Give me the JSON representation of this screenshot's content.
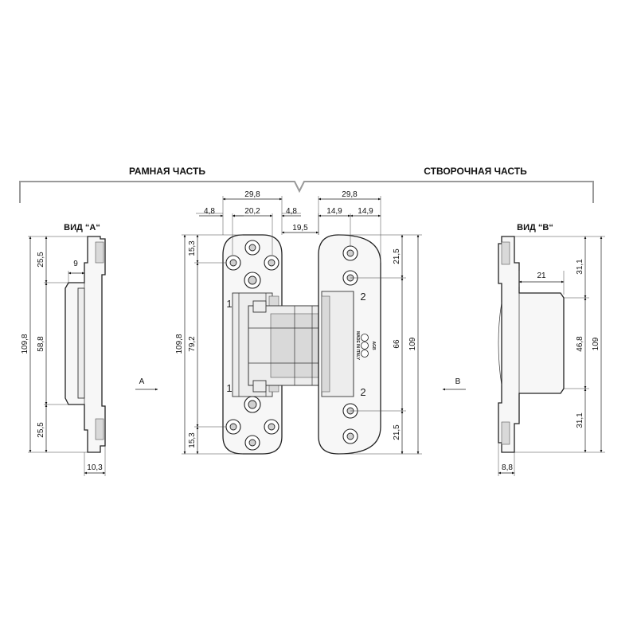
{
  "headers": {
    "frame_part": "РАМНАЯ ЧАСТЬ",
    "leaf_part": "СТВОРОЧНАЯ ЧАСТЬ"
  },
  "views": {
    "view_a": "ВИД “A“",
    "view_b": "ВИД “B“"
  },
  "arrows": {
    "a": "A",
    "b": "B"
  },
  "dims": {
    "a_25_5_top": "25,5",
    "a_9": "9",
    "a_109_8": "109,8",
    "a_58_8": "58,8",
    "a_25_5_bot": "25,5",
    "a_10_3": "10,3",
    "f_29_8": "29,8",
    "f_4_8_left": "4,8",
    "f_20_2": "20,2",
    "f_4_8_right": "4,8",
    "f_19_5": "19,5",
    "f_15_3_top": "15,3",
    "f_109_8": "109,8",
    "f_79_2": "79,2",
    "f_15_3_bot": "15,3",
    "l_29_8": "29,8",
    "l_14_9_left": "14,9",
    "l_14_9_right": "14,9",
    "l_21_5_top": "21,5",
    "l_66": "66",
    "l_109": "109",
    "l_21_5_bot": "21,5",
    "b_21": "21",
    "b_31_1_top": "31,1",
    "b_109": "109",
    "b_46_8": "46,8",
    "b_31_1_bot": "31,1",
    "b_8_8": "8,8"
  },
  "part_marks": {
    "frame_top": "1",
    "frame_bottom": "1",
    "leaf_top": "2",
    "leaf_bottom": "2",
    "brand": "AGB",
    "made_in": "MADE IN ITALY"
  }
}
